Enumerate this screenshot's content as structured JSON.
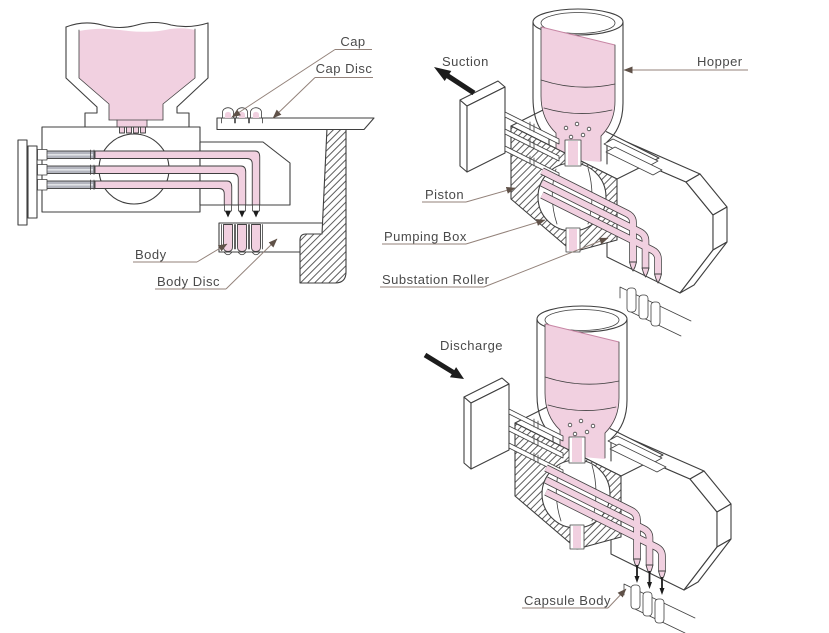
{
  "title": "Capsule filling mechanism diagram",
  "labels": {
    "cap": "Cap",
    "cap_disc": "Cap Disc",
    "body": "Body",
    "body_disc": "Body Disc",
    "suction": "Suction",
    "hopper": "Hopper",
    "piston": "Piston",
    "pumping_box": "Pumping Box",
    "substation_roller": "Substation Roller",
    "discharge": "Discharge",
    "capsule_body": "Capsule Body"
  },
  "colors": {
    "powder_pink": "#f1d0e0",
    "powder_line": "#c887a5",
    "outline": "#3f3f3f",
    "leader": "#93827a",
    "arrowhead": "#5f5148",
    "label_text": "#4a4a4a",
    "rod_gray": "#b4b6bf",
    "arrow_black": "#1c1c1c",
    "background": "#ffffff"
  }
}
